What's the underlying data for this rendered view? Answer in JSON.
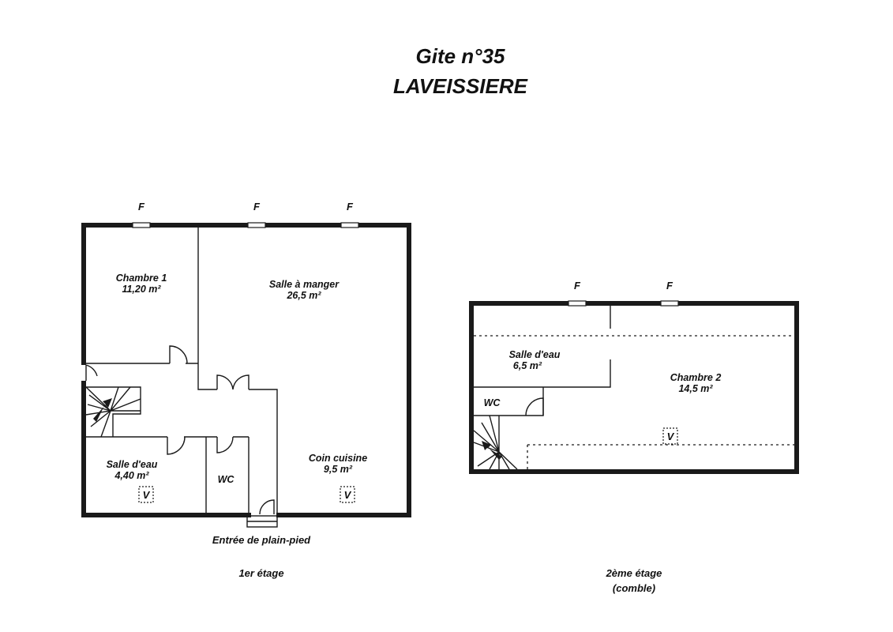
{
  "title": {
    "line1": "Gite n°35",
    "line2": "LAVEISSIERE"
  },
  "window_mark": "F",
  "vent_mark": "V",
  "floor1": {
    "caption": "1er étage",
    "entrance": "Entrée de plain-pied",
    "rooms": {
      "chambre1": {
        "name": "Chambre 1",
        "area": "11,20 m²"
      },
      "salle_a_manger": {
        "name": "Salle à manger",
        "area": "26,5 m²"
      },
      "salle_deau": {
        "name": "Salle d'eau",
        "area": "4,40 m²"
      },
      "wc": {
        "name": "WC"
      },
      "coin_cuisine": {
        "name": "Coin cuisine",
        "area": "9,5 m²"
      }
    }
  },
  "floor2": {
    "caption_line1": "2ème étage",
    "caption_line2": "(comble)",
    "rooms": {
      "salle_deau": {
        "name": "Salle d'eau",
        "area": "6,5 m²"
      },
      "wc": {
        "name": "WC"
      },
      "chambre2": {
        "name": "Chambre 2",
        "area": "14,5 m²"
      }
    }
  }
}
